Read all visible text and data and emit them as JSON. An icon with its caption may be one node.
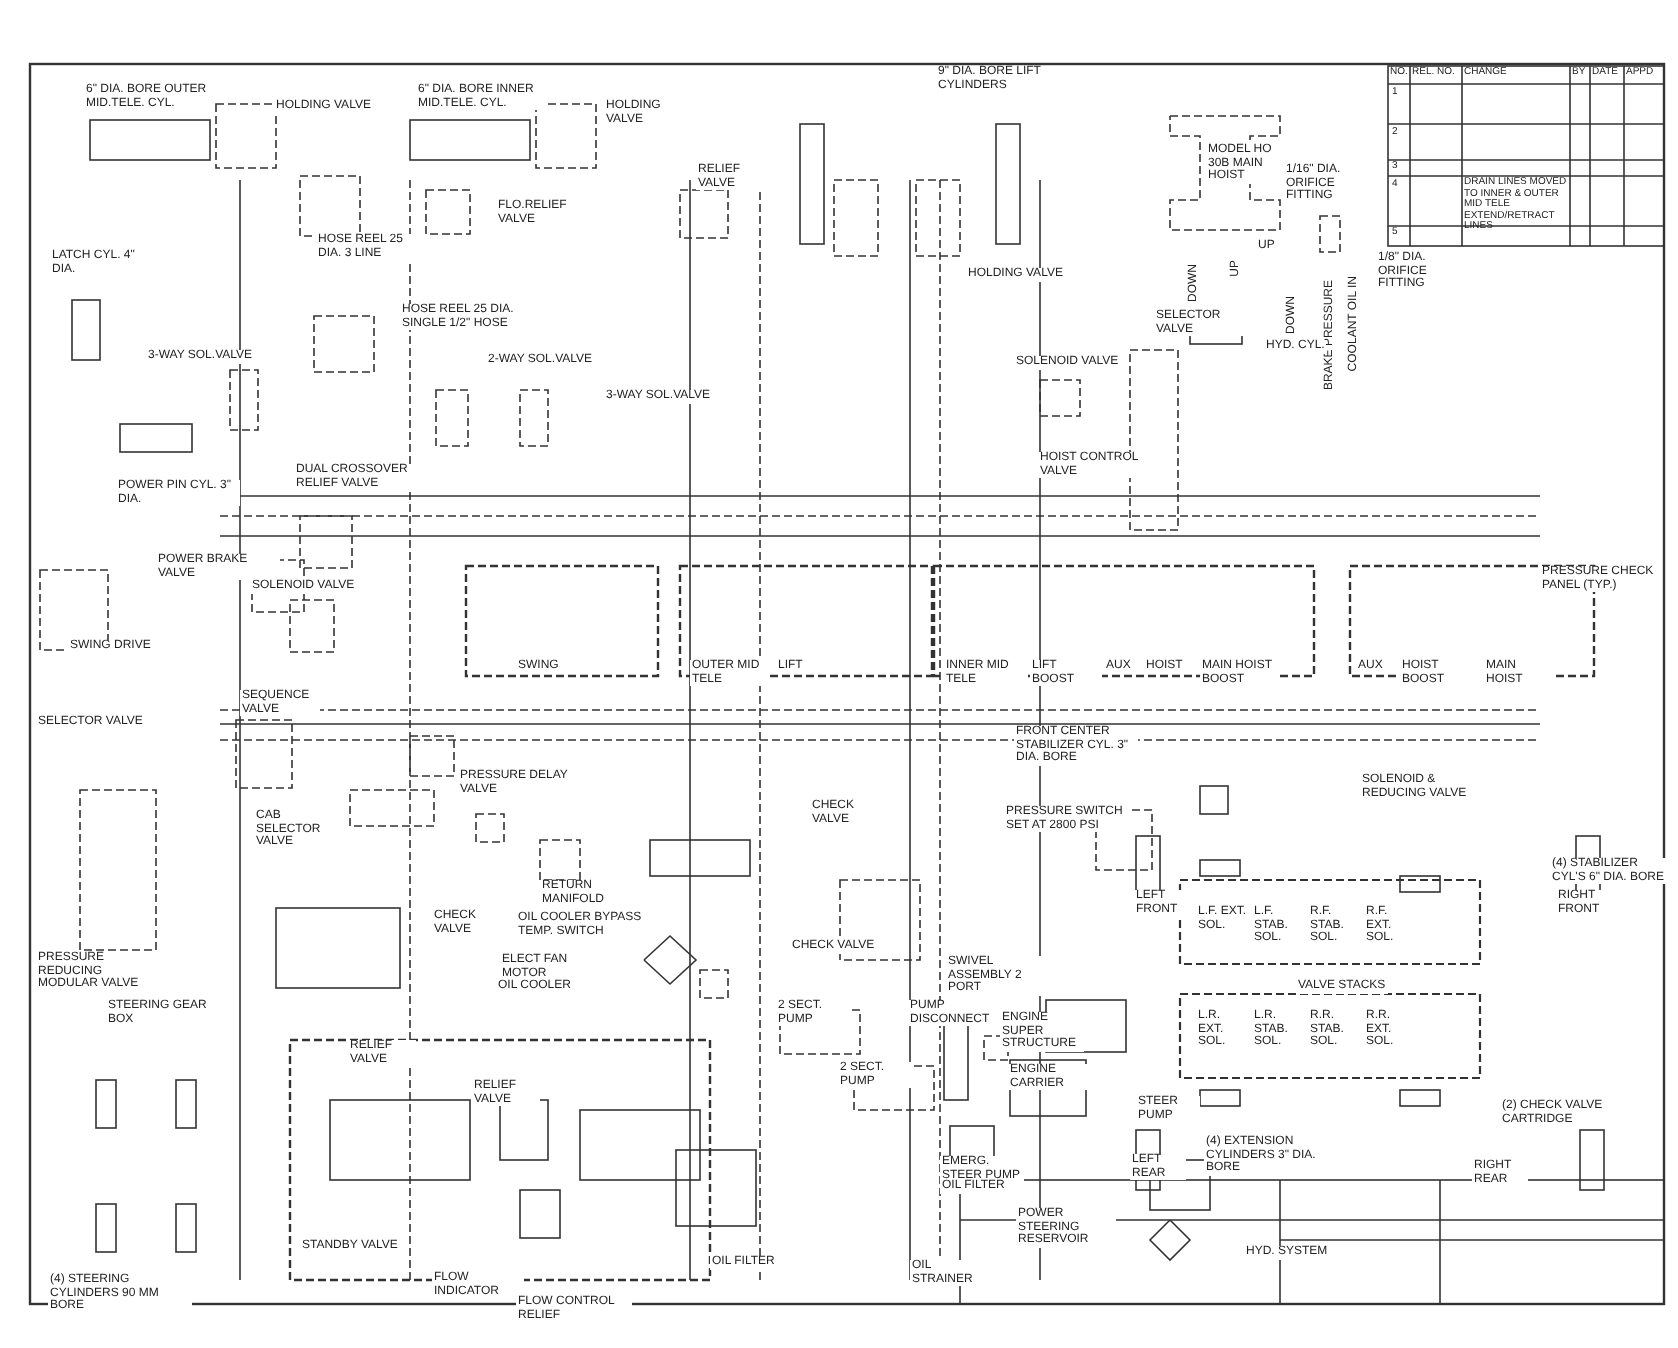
{
  "diagram": {
    "labels": [
      "6\" DIA. BORE OUTER MID.TELE. CYL.",
      "HOLDING VALVE",
      "6\" DIA. BORE INNER MID.TELE. CYL.",
      "HOLDING VALVE",
      "9\" DIA. BORE LIFT CYLINDERS",
      "MODEL HO 30B MAIN HOIST",
      "1/16\" DIA. ORIFICE FITTING",
      "1/8\" DIA. ORIFICE FITTING",
      "DOWN",
      "UP",
      "UP",
      "DOWN",
      "BRAKE PRESSURE",
      "COOLANT OIL IN",
      "NO.",
      "REL. NO.",
      "CHANGE",
      "BY",
      "DATE",
      "APPD",
      "1",
      "2",
      "3",
      "4",
      "DRAIN LINES MOVED TO INNER & OUTER MID TELE EXTEND/RETRACT LINES",
      "5",
      "FLO.RELIEF VALVE",
      "RELIEF VALVE",
      "HOLDING VALVE",
      "LATCH CYL. 4\" DIA.",
      "HOSE REEL 25 DIA. 3 LINE",
      "HOSE REEL 25 DIA. SINGLE 1/2\" HOSE",
      "3-WAY SOL.VALVE",
      "2-WAY SOL.VALVE",
      "3-WAY SOL.VALVE",
      "SOLENOID VALVE",
      "SELECTOR VALVE",
      "HYD. CYL.",
      "HOIST CONTROL VALVE",
      "POWER PIN CYL. 3\" DIA.",
      "DUAL CROSSOVER RELIEF VALVE",
      "POWER BRAKE VALVE",
      "SOLENOID VALVE",
      "SWING DRIVE",
      "SWING",
      "OUTER MID TELE",
      "LIFT",
      "INNER MID TELE",
      "LIFT BOOST",
      "AUX",
      "HOIST",
      "MAIN HOIST BOOST",
      "AUX",
      "HOIST BOOST",
      "MAIN HOIST",
      "PRESSURE CHECK PANEL (TYP.)",
      "SEQUENCE VALVE",
      "SELECTOR VALVE",
      "PRESSURE DELAY VALVE",
      "CAB SELECTOR VALVE",
      "CHECK VALVE",
      "CHECK VALVE",
      "PRESSURE REDUCING MODULAR VALVE",
      "FRONT CENTER STABILIZER CYL. 3\" DIA. BORE",
      "PRESSURE SWITCH SET AT 2800 PSI",
      "SOLENOID & REDUCING VALVE",
      "SWIVEL ASSEMBLY 2 PORT",
      "LEFT FRONT",
      "RIGHT FRONT",
      "(4) STABILIZER CYL'S 6\" DIA. BORE",
      "L.F. EXT. SOL.",
      "L.F. STAB. SOL.",
      "R.F. STAB. SOL.",
      "R.F. EXT. SOL.",
      "VALVE STACKS",
      "L.R. EXT. SOL.",
      "L.R. STAB. SOL.",
      "R.R. STAB. SOL.",
      "R.R. EXT. SOL.",
      "STEERING GEAR BOX",
      "RETURN MANIFOLD",
      "OIL COOLER BYPASS TEMP. SWITCH",
      "ELECT FAN MOTOR",
      "OIL COOLER",
      "CHECK VALVE",
      "2 SECT. PUMP",
      "2 SECT. PUMP",
      "PUMP DISCONNECT",
      "ENGINE SUPER STRUCTURE",
      "ENGINE CARRIER",
      "STEER PUMP",
      "EMERG. STEER PUMP",
      "(2) CHECK VALVE CARTRIDGE",
      "(4) EXTENSION CYLINDERS 3\" DIA. BORE",
      "LEFT REAR",
      "RIGHT REAR",
      "RELIEF VALVE",
      "RELIEF VALVE",
      "(4) STEERING CYLINDERS 90 MM BORE",
      "STANDBY VALVE",
      "FLOW INDICATOR",
      "FLOW CONTROL RELIEF",
      "OIL FILTER",
      "OIL FILTER",
      "POWER STEERING RESERVOIR",
      "OIL STRAINER",
      "HYD. SYSTEM"
    ]
  }
}
